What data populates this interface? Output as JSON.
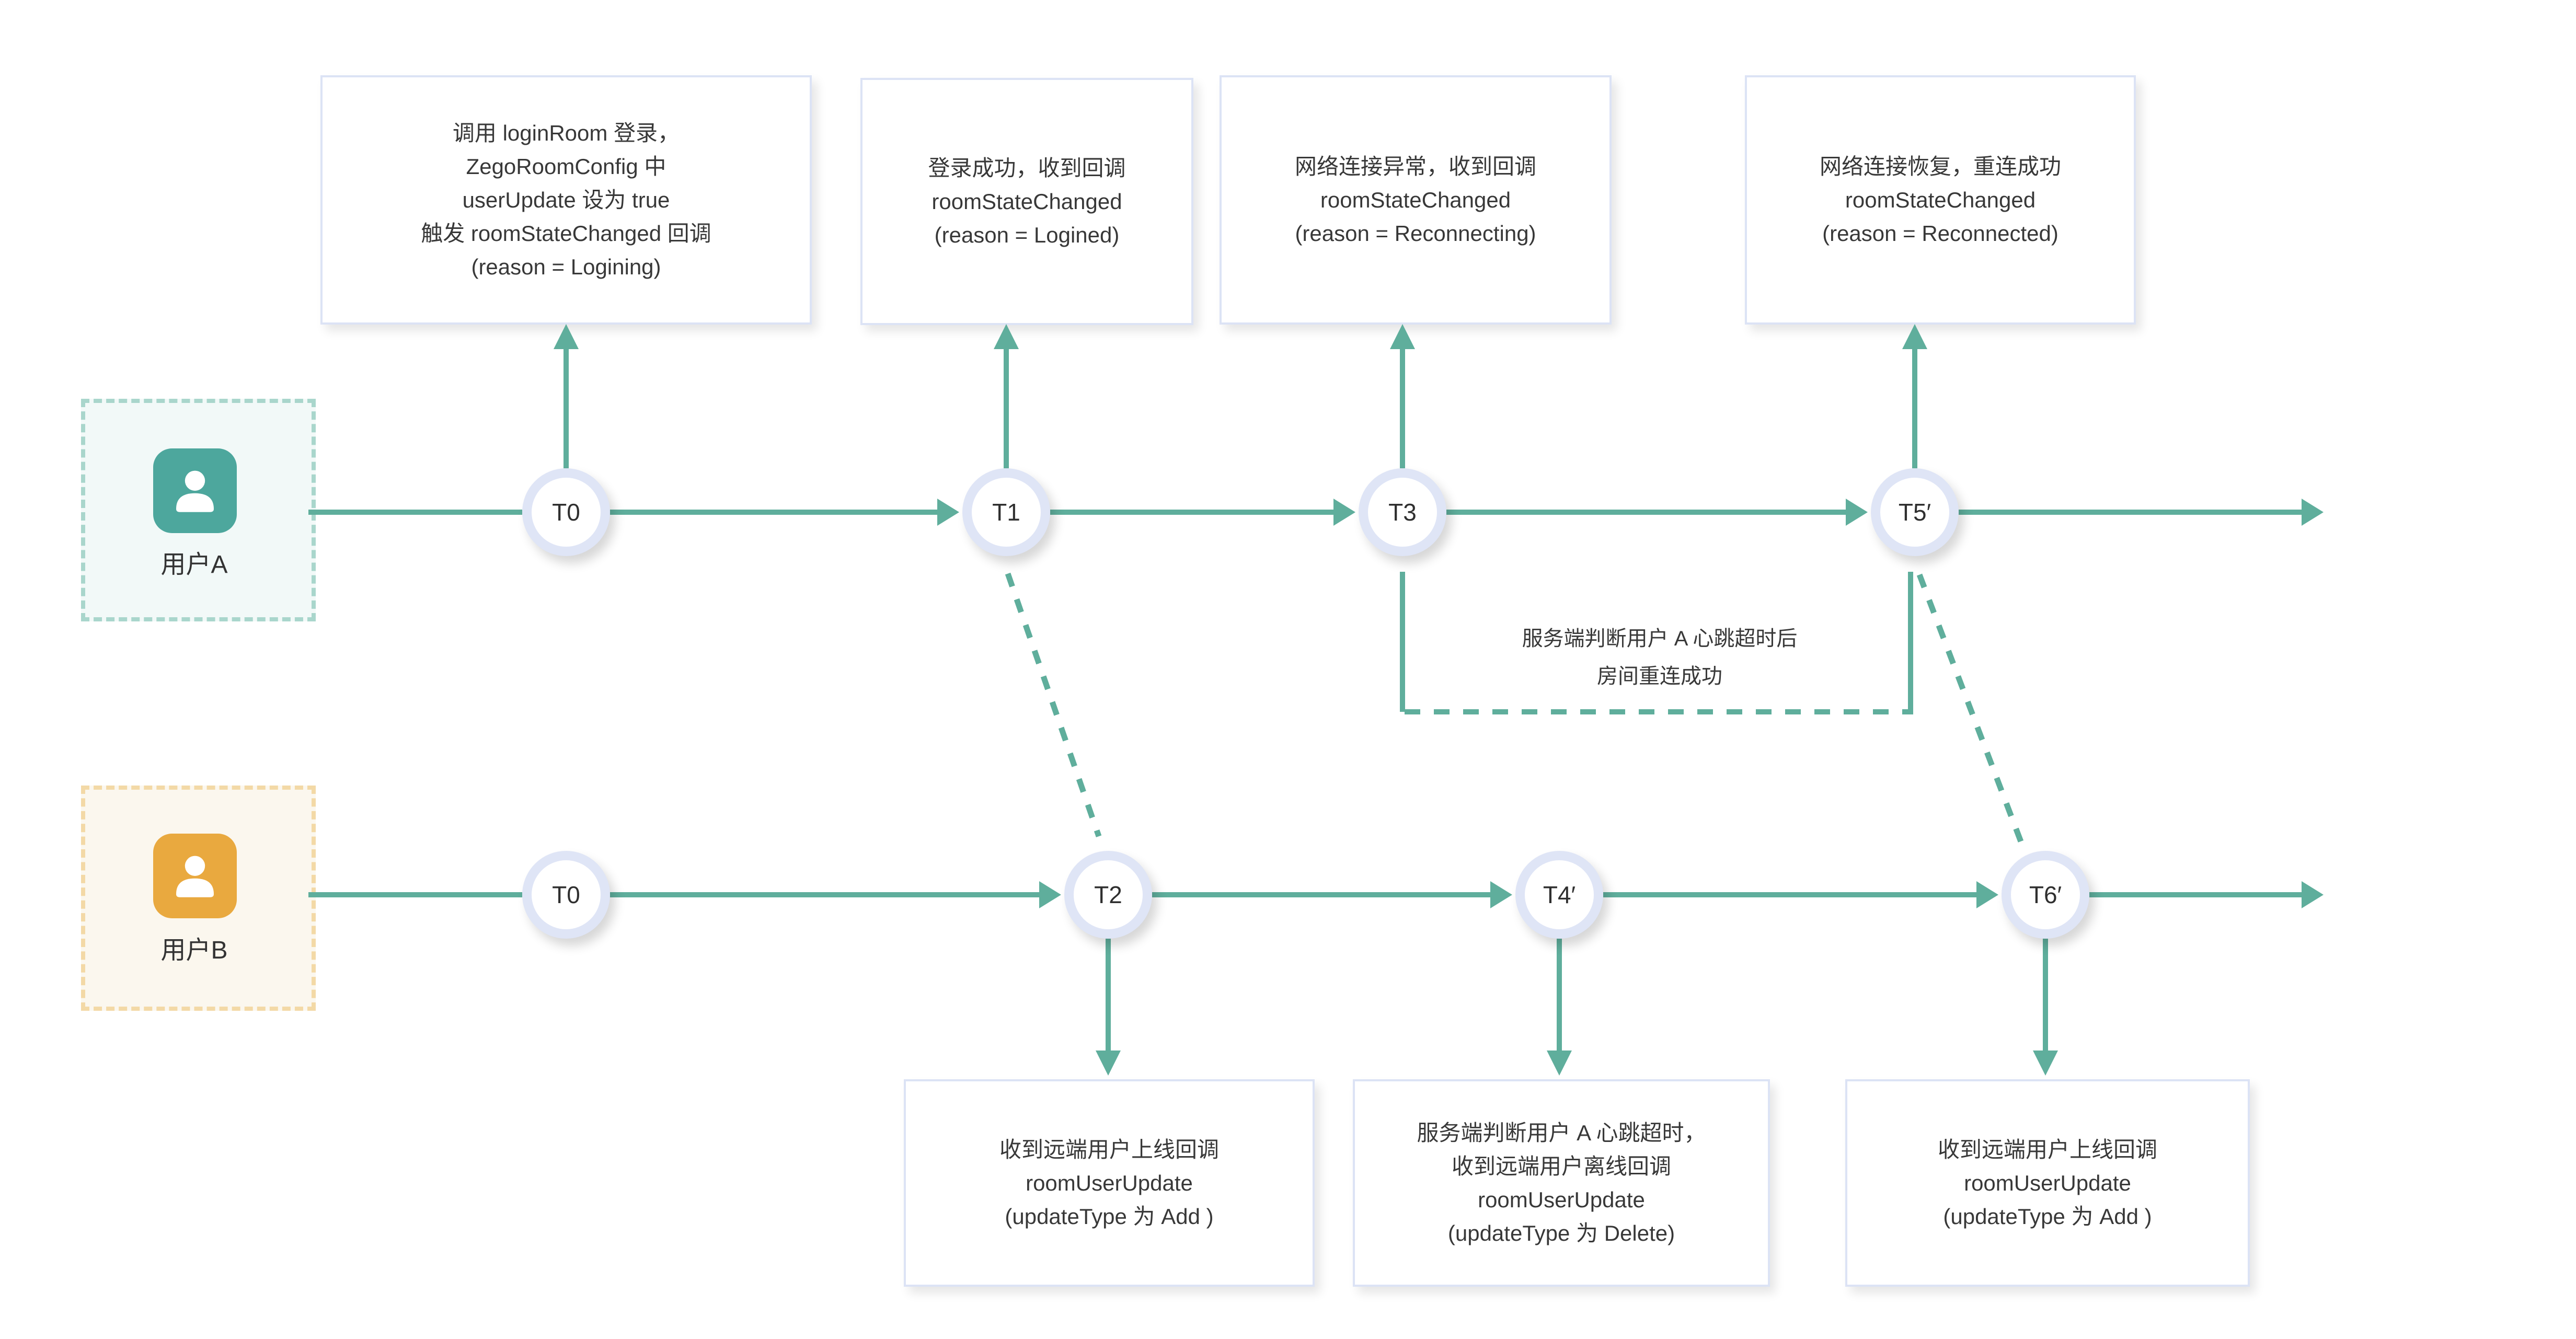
{
  "colors": {
    "teal": "#5FAE9C",
    "user_a_icon": "#4DA79D",
    "user_a_border": "#A9D6CC",
    "user_a_bg": "#F2F9F8",
    "user_b_icon": "#E9A93F",
    "user_b_border": "#F3D9A6",
    "user_b_bg": "#FBF7EE",
    "node_ring": "#DFE5F6",
    "box_border": "#DCE3F5",
    "text": "#383838"
  },
  "actors": {
    "a": {
      "label": "用户A"
    },
    "b": {
      "label": "用户B"
    }
  },
  "timeline_a": {
    "nodes": [
      {
        "label": "T0"
      },
      {
        "label": "T1"
      },
      {
        "label": "T3"
      },
      {
        "label": "T5′"
      }
    ]
  },
  "timeline_b": {
    "nodes": [
      {
        "label": "T0"
      },
      {
        "label": "T2"
      },
      {
        "label": "T4′"
      },
      {
        "label": "T6′"
      }
    ]
  },
  "top_callouts": [
    {
      "text": "调用 loginRoom 登录，\nZegoRoomConfig 中\nuserUpdate 设为 true\n触发 roomStateChanged 回调\n(reason = Logining)"
    },
    {
      "text": "登录成功，收到回调\nroomStateChanged\n(reason = Logined)"
    },
    {
      "text": "网络连接异常，收到回调\nroomStateChanged\n(reason = Reconnecting)"
    },
    {
      "text": "网络连接恢复，重连成功\nroomStateChanged\n(reason = Reconnected)"
    }
  ],
  "bottom_callouts": [
    {
      "text": "收到远端用户上线回调\nroomUserUpdate\n(updateType 为 Add )"
    },
    {
      "text": "服务端判断用户 A 心跳超时，\n收到远端用户离线回调\nroomUserUpdate\n(updateType 为 Delete)"
    },
    {
      "text": "收到远端用户上线回调\nroomUserUpdate\n(updateType 为 Add )"
    }
  ],
  "annotation": {
    "line1": "服务端判断用户 A 心跳超时后",
    "line2": "房间重连成功"
  }
}
